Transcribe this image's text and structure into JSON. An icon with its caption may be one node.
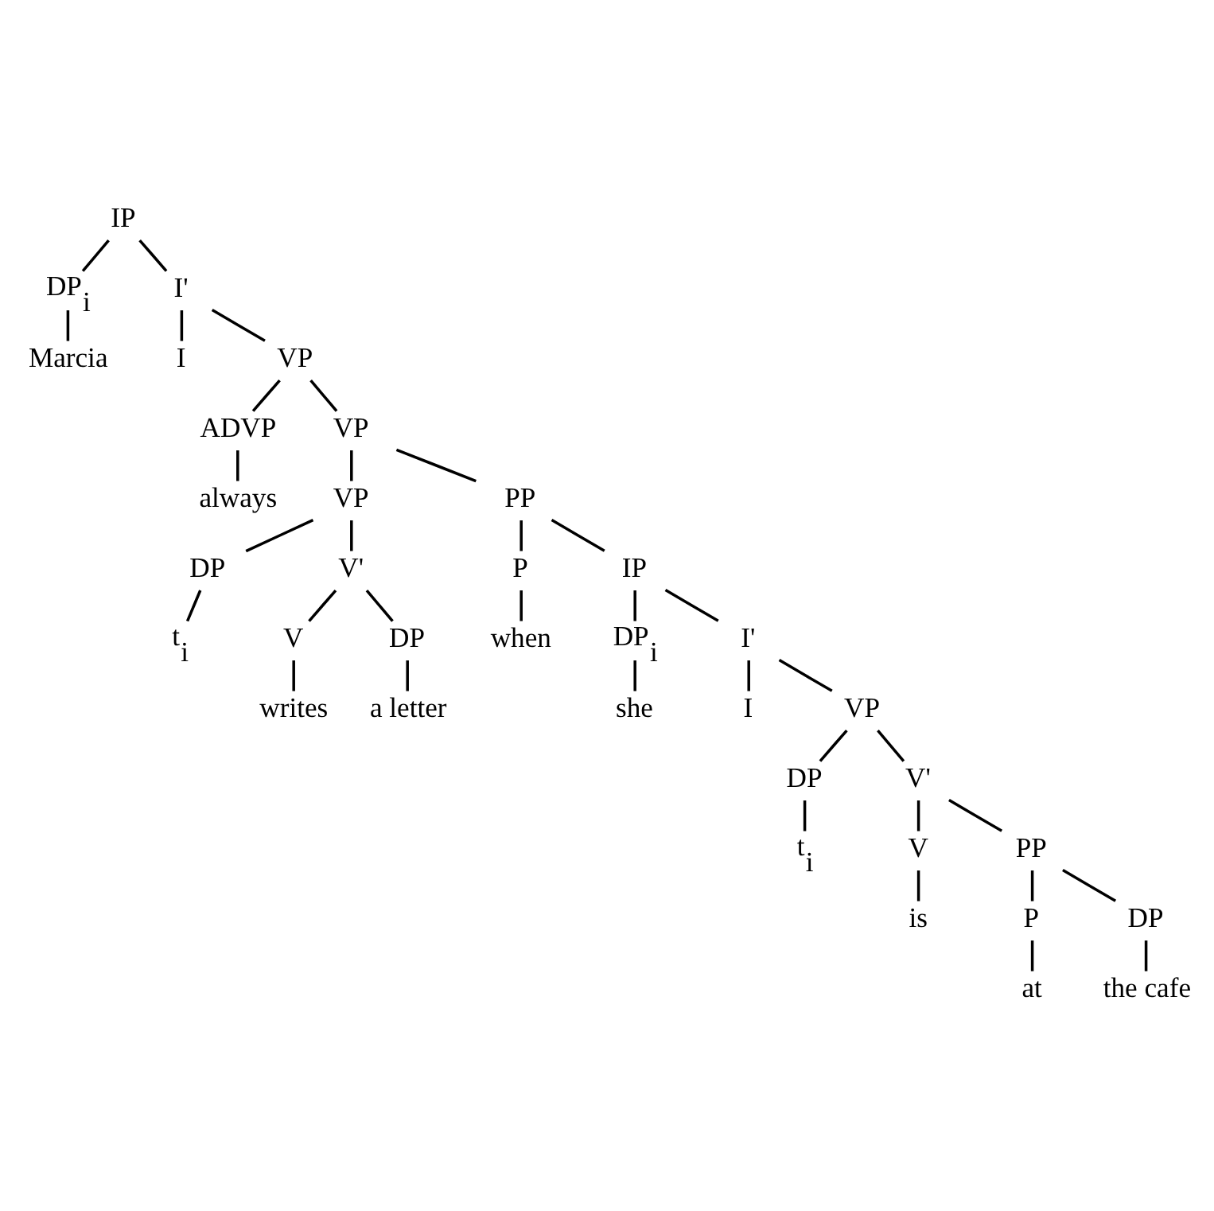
{
  "diagram": {
    "nodes": [
      {
        "text": [
          "IP"
        ]
      },
      {
        "text": [
          "DP$_{i}$"
        ]
      },
      {
        "text": [
          "Marcia"
        ]
      },
      {
        "text": [
          "I'"
        ]
      },
      {
        "text": [
          "I"
        ]
      },
      {
        "text": [
          "VP"
        ]
      },
      {
        "text": [
          "ADVP"
        ]
      },
      {
        "text": [
          "always"
        ]
      },
      {
        "text": [
          "VP"
        ]
      },
      {
        "text": [
          "VP"
        ]
      },
      {
        "text": [
          "DP"
        ]
      },
      {
        "text": [
          "t$_{i}$"
        ]
      },
      {
        "text": [
          "V'"
        ]
      },
      {
        "text": [
          "V"
        ]
      },
      {
        "text": [
          "writes"
        ]
      },
      {
        "text": [
          "DP"
        ]
      },
      {
        "text": [
          "a letter"
        ]
      },
      {
        "text": [
          "PP"
        ]
      },
      {
        "text": [
          "P"
        ]
      },
      {
        "text": [
          "when"
        ]
      },
      {
        "text": [
          "IP"
        ]
      },
      {
        "text": [
          "DP$_{i}$"
        ]
      },
      {
        "text": [
          "she"
        ]
      },
      {
        "text": [
          "I'"
        ]
      },
      {
        "text": [
          "I"
        ]
      },
      {
        "text": [
          "VP"
        ]
      },
      {
        "text": [
          "DP"
        ]
      },
      {
        "text": [
          "t$_{i}$"
        ]
      },
      {
        "text": [
          "V'"
        ]
      },
      {
        "text": [
          "V"
        ]
      },
      {
        "text": [
          "is"
        ]
      },
      {
        "text": [
          "PP"
        ]
      },
      {
        "text": [
          "P"
        ]
      },
      {
        "text": [
          "at"
        ]
      },
      {
        "text": [
          "DP"
        ]
      },
      {
        "text": [
          "the cafe"
        ]
      }
    ],
    "edges": [
      {
        "from": 0,
        "to": 1,
        "arrow": "none"
      },
      {
        "from": 1,
        "to": 2,
        "arrow": "none"
      },
      {
        "from": 0,
        "to": 3,
        "arrow": "none"
      },
      {
        "from": 3,
        "to": 4,
        "arrow": "none"
      },
      {
        "from": 3,
        "to": 5,
        "arrow": "none"
      },
      {
        "from": 5,
        "to": 6,
        "arrow": "none"
      },
      {
        "from": 6,
        "to": 7,
        "arrow": "none"
      },
      {
        "from": 5,
        "to": 8,
        "arrow": "none"
      },
      {
        "from": 8,
        "to": 9,
        "arrow": "none"
      },
      {
        "from": 9,
        "to": 10,
        "arrow": "none"
      },
      {
        "from": 10,
        "to": 11,
        "arrow": "none"
      },
      {
        "from": 9,
        "to": 12,
        "arrow": "none"
      },
      {
        "from": 12,
        "to": 13,
        "arrow": "none"
      },
      {
        "from": 13,
        "to": 14,
        "arrow": "none"
      },
      {
        "from": 12,
        "to": 15,
        "arrow": "none"
      },
      {
        "from": 15,
        "to": 16,
        "arrow": "none"
      },
      {
        "from": 8,
        "to": 17,
        "arrow": "none"
      },
      {
        "from": 17,
        "to": 18,
        "arrow": "none"
      },
      {
        "from": 18,
        "to": 19,
        "arrow": "none"
      },
      {
        "from": 17,
        "to": 20,
        "arrow": "none"
      },
      {
        "from": 20,
        "to": 21,
        "arrow": "none"
      },
      {
        "from": 21,
        "to": 22,
        "arrow": "none"
      },
      {
        "from": 20,
        "to": 23,
        "arrow": "none"
      },
      {
        "from": 23,
        "to": 24,
        "arrow": "none"
      },
      {
        "from": 23,
        "to": 25,
        "arrow": "none"
      },
      {
        "from": 25,
        "to": 26,
        "arrow": "none"
      },
      {
        "from": 26,
        "to": 27,
        "arrow": "none"
      },
      {
        "from": 25,
        "to": 28,
        "arrow": "none"
      },
      {
        "from": 28,
        "to": 29,
        "arrow": "none"
      },
      {
        "from": 29,
        "to": 30,
        "arrow": "none"
      },
      {
        "from": 28,
        "to": 31,
        "arrow": "none"
      },
      {
        "from": 31,
        "to": 32,
        "arrow": "none"
      },
      {
        "from": 32,
        "to": 33,
        "arrow": "none"
      },
      {
        "from": 31,
        "to": 34,
        "arrow": "none"
      },
      {
        "from": 34,
        "to": 35,
        "arrow": "none"
      }
    ]
  }
}
